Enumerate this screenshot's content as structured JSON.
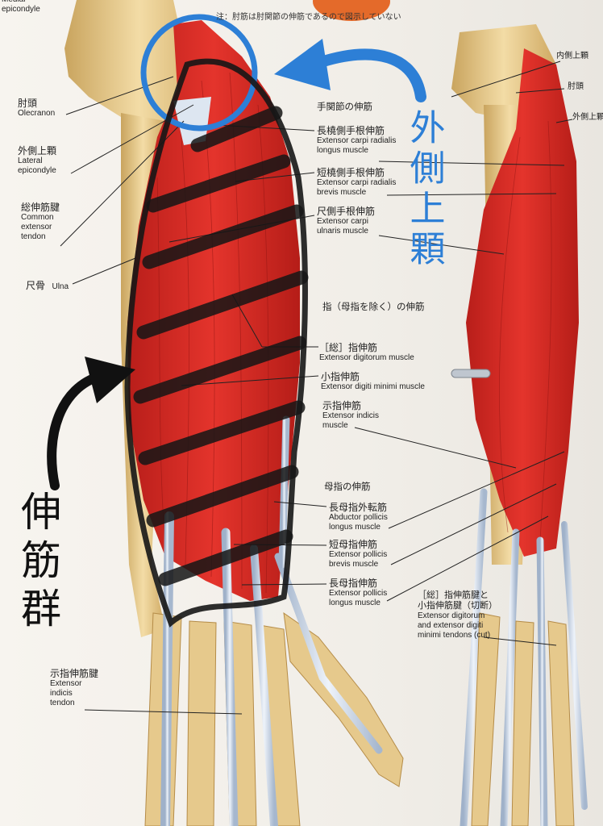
{
  "note": "注：肘筋は肘関節の伸筋であるので図示していない",
  "left_labels": [
    {
      "id": "medial",
      "en": "Medial\nepicondyle",
      "jp": ""
    },
    {
      "id": "olecranon",
      "jp": "肘頭",
      "en": "Olecranon"
    },
    {
      "id": "lateral",
      "jp": "外側上顆",
      "en": "Lateral\nepicondyle"
    },
    {
      "id": "common",
      "jp": "総伸筋腱",
      "en": "Common\nextensor\ntendon"
    },
    {
      "id": "ulna",
      "jp": "尺骨",
      "en": "Ulna"
    }
  ],
  "group_wrist": "手関節の伸筋",
  "group_finger": "指（母指を除く）の伸筋",
  "group_thumb": "母指の伸筋",
  "muscles": [
    {
      "id": "ecrl",
      "jp": "長橈側手根伸筋",
      "en": "Extensor carpi radialis\nlongus muscle"
    },
    {
      "id": "ecrb",
      "jp": "短橈側手根伸筋",
      "en": "Extensor carpi radialis\nbrevis muscle"
    },
    {
      "id": "ecu",
      "jp": "尺側手根伸筋",
      "en": "Extensor carpi\nulnaris muscle"
    },
    {
      "id": "ed",
      "jp": "［総］指伸筋",
      "en": "Extensor digitorum muscle"
    },
    {
      "id": "edm",
      "jp": "小指伸筋",
      "en": "Extensor digiti minimi muscle"
    },
    {
      "id": "ei",
      "jp": "示指伸筋",
      "en": "Extensor indicis\nmuscle"
    },
    {
      "id": "apl",
      "jp": "長母指外転筋",
      "en": "Abductor pollicis\nlongus muscle"
    },
    {
      "id": "epb",
      "jp": "短母指伸筋",
      "en": "Extensor pollicis\nbrevis muscle"
    },
    {
      "id": "epl",
      "jp": "長母指伸筋",
      "en": "Extensor pollicis\nlongus muscle"
    }
  ],
  "tendons_cut": {
    "jp": "［総］指伸筋腱と\n小指伸筋腱（切断）",
    "en": "Extensor digitorum\nand extensor digiti\nminimi tendons (cut)"
  },
  "indicis_tendon": {
    "jp": "示指伸筋腱",
    "en": "Extensor\nindicis\ntendon"
  },
  "right_labels": [
    "内側上顆",
    "肘頭",
    "外側上顆"
  ],
  "annotation_blue": "外側上顆",
  "annotation_black": "伸筋群",
  "colors": {
    "muscle": "#dc2a24",
    "bone": "#edd39a",
    "tendon": "#c9d6e6",
    "blue": "#2d7fd6",
    "black": "#111111"
  }
}
